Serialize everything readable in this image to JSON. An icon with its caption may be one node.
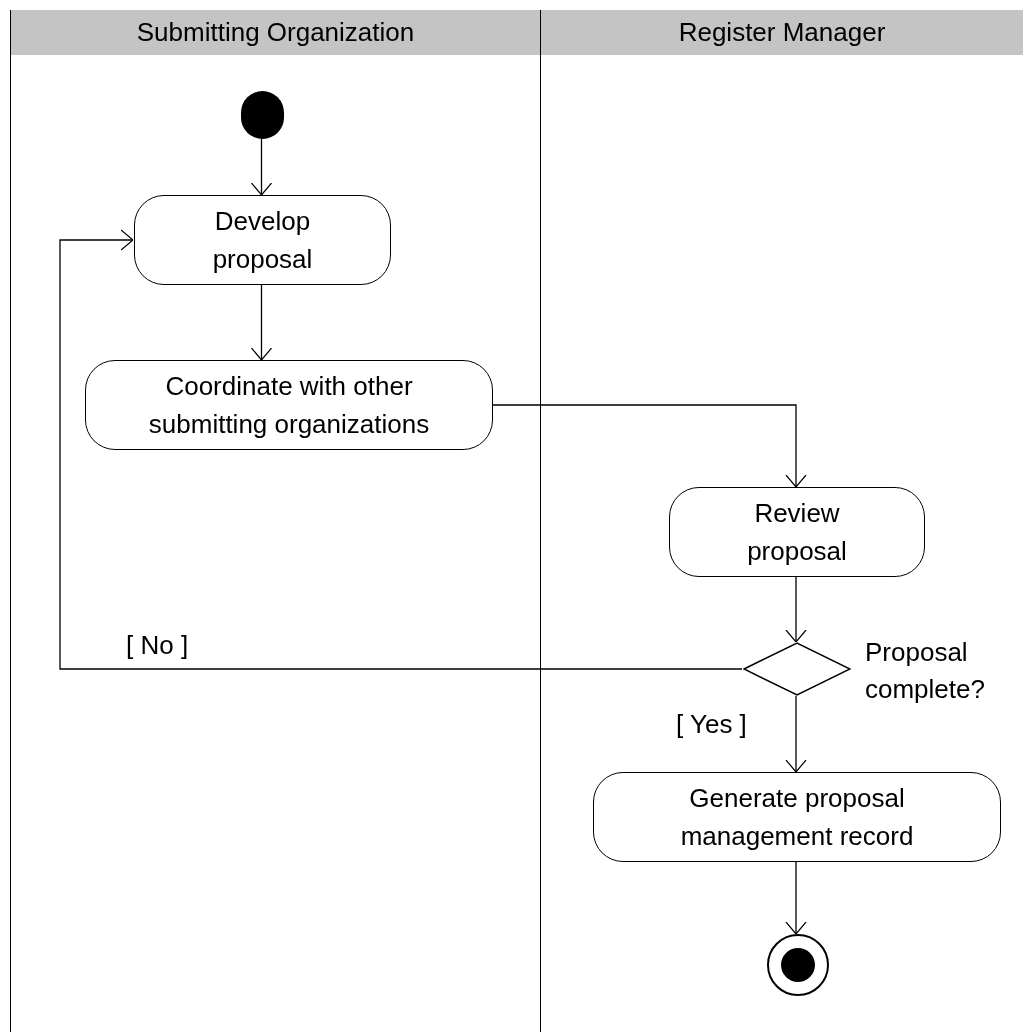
{
  "diagram": {
    "nodes": [
      {
        "text": [
          "Submitting Organization"
        ]
      },
      {
        "text": [
          "Register Manager"
        ]
      },
      {
        "text": [],
        "shape": "circle",
        "in": 0
      },
      {
        "text": [
          "Develop proposal"
        ],
        "in": 0
      },
      {
        "text": [
          "Coordinate with other submitting organizations"
        ],
        "in": 0
      },
      {
        "text": [
          "Review proposal"
        ],
        "in": 1
      },
      {
        "text": [],
        "shape": "diamond",
        "in": 1,
        "beside": [
          "Proposal complete?"
        ]
      },
      {
        "text": [
          "Generate proposal management record"
        ],
        "in": 1
      },
      {
        "text": [],
        "shape": "bullseye",
        "in": 1
      }
    ],
    "edges": [
      {
        "from": 2,
        "to": 3,
        "arrow": "to"
      },
      {
        "from": 3,
        "to": 4,
        "arrow": "to"
      },
      {
        "from": 4,
        "to": 5,
        "arrow": "to"
      },
      {
        "from": 5,
        "to": 6,
        "arrow": "to"
      },
      {
        "from": 6,
        "to": 3,
        "arrow": "to",
        "label": "[ No ]"
      },
      {
        "from": 6,
        "to": 7,
        "arrow": "to",
        "label": "[ Yes ]"
      },
      {
        "from": 7,
        "to": 8,
        "arrow": "to"
      }
    ]
  }
}
